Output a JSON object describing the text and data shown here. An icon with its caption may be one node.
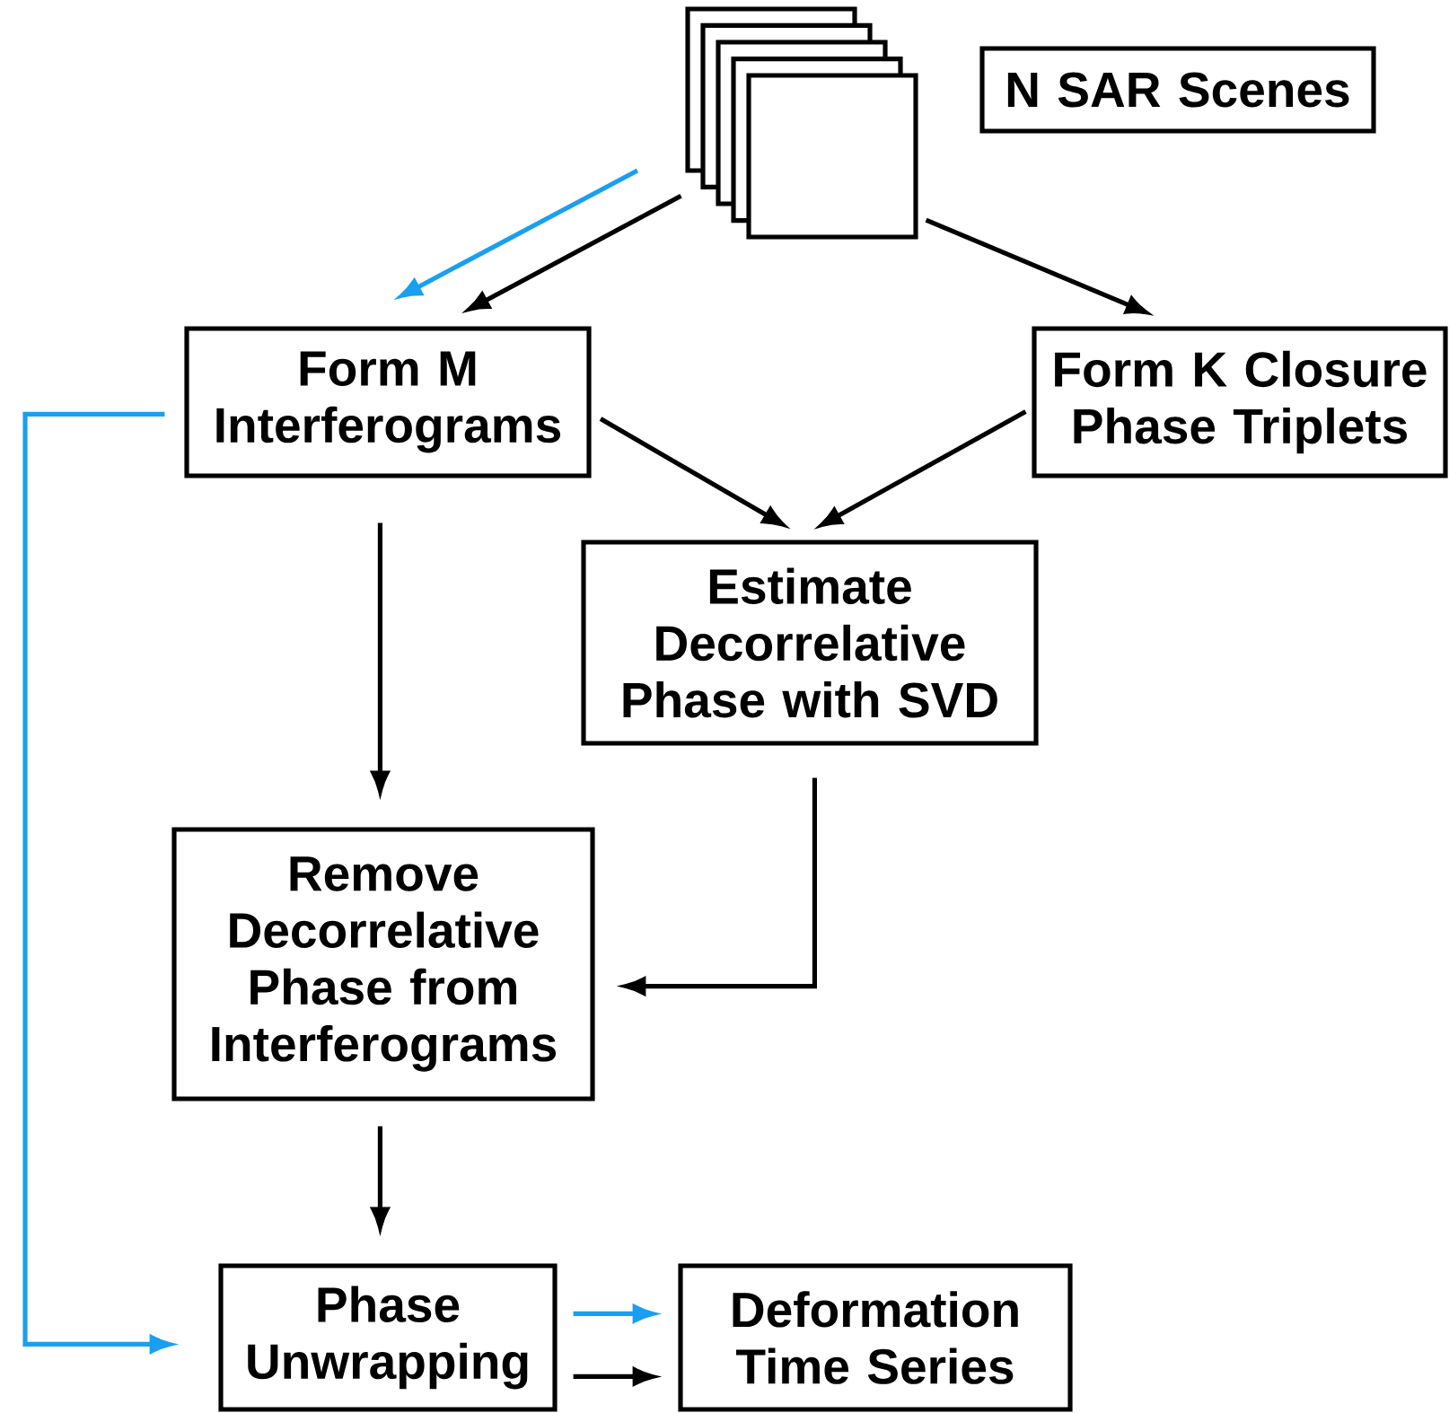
{
  "diagram": {
    "nodes": [
      {
        "text": [],
        "shape": "box"
      },
      {
        "text": [
          "N SAR Scenes"
        ]
      },
      {
        "text": [
          "Form M Interferograms"
        ]
      },
      {
        "text": [
          "Form K Closure Phase Triplets"
        ]
      },
      {
        "text": [
          "Estimate Decorrelative Phase with SVD"
        ]
      },
      {
        "text": [
          "Remove Decorrelative Phase from Interferograms"
        ]
      },
      {
        "text": [
          "Phase Unwrapping"
        ]
      },
      {
        "text": [
          "Deformation Time Series"
        ]
      }
    ],
    "edges": [
      {
        "from": 0,
        "to": 2,
        "arrow": "to"
      },
      {
        "from": 0,
        "to": 3,
        "arrow": "to"
      },
      {
        "from": null,
        "to": 2,
        "arrow": "to",
        "color": "#1a9ff0"
      },
      {
        "from": 2,
        "to": 4,
        "arrow": "to"
      },
      {
        "from": 3,
        "to": 4,
        "arrow": "to"
      },
      {
        "from": 2,
        "to": 5,
        "arrow": "to"
      },
      {
        "from": 4,
        "to": 5,
        "arrow": "to"
      },
      {
        "from": 5,
        "to": 6,
        "arrow": "to"
      },
      {
        "from": 2,
        "to": 6,
        "arrow": "to",
        "color": "#1a9ff0"
      },
      {
        "from": 6,
        "to": 7,
        "arrow": "to",
        "color": "#1a9ff0"
      },
      {
        "from": 6,
        "to": 7,
        "arrow": "to"
      }
    ]
  }
}
